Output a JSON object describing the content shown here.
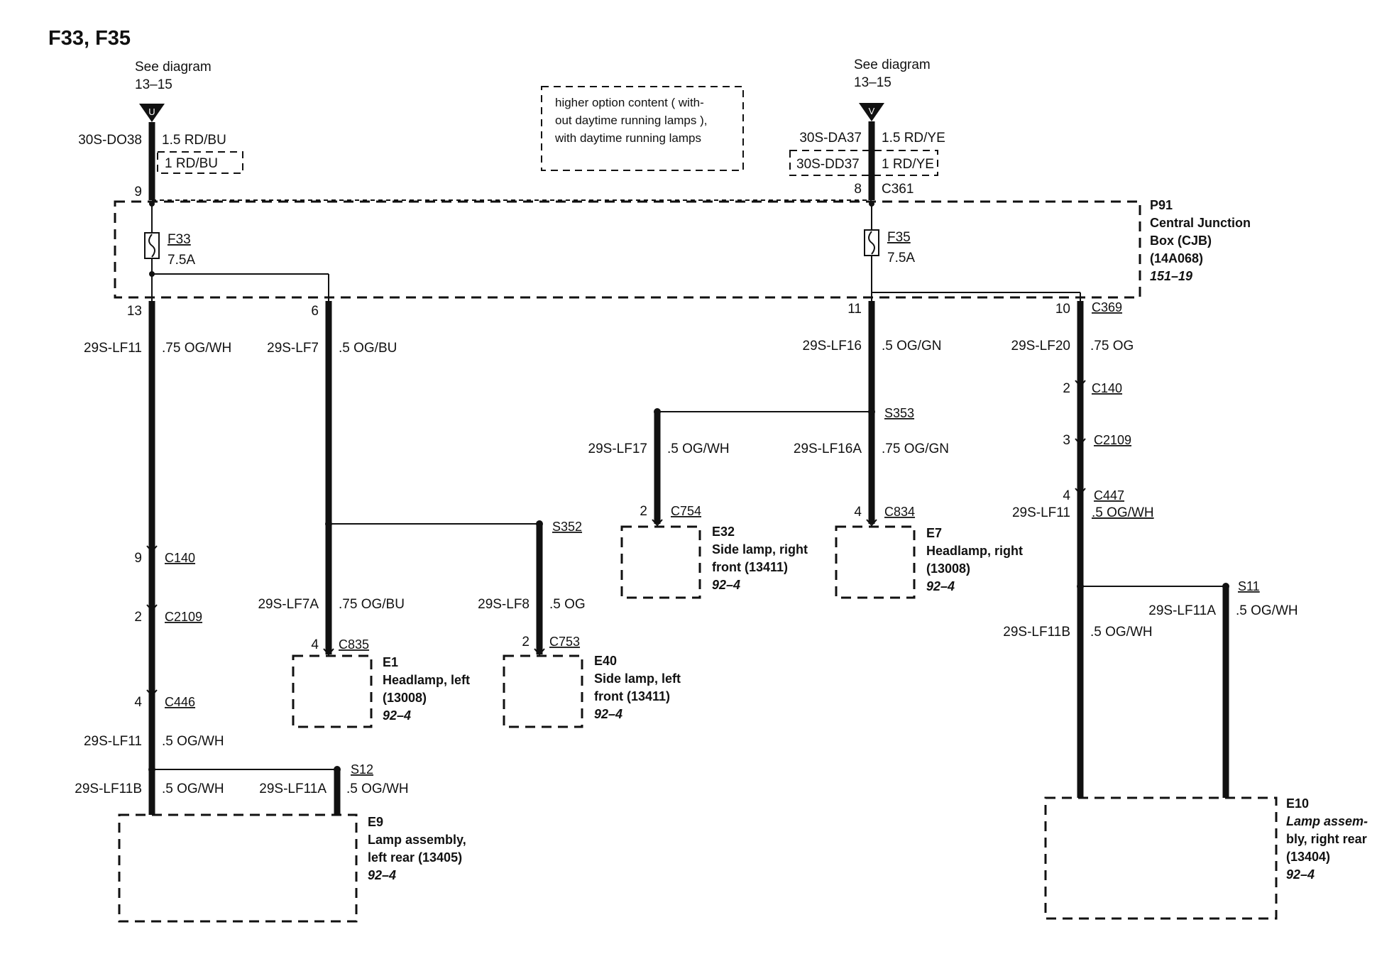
{
  "title": "F33, F35",
  "refs": {
    "left": {
      "line1": "See diagram",
      "line2": "13–15",
      "letter": "U"
    },
    "right": {
      "line1": "See diagram",
      "line2": "13–15",
      "letter": "V"
    }
  },
  "note": [
    "higher option content ( with-",
    "out daytime running lamps ),",
    "with daytime running lamps"
  ],
  "cjb": {
    "id": "P91",
    "name1": "Central Junction",
    "name2": "Box (CJB)",
    "part": "(14A068)",
    "ref": "151–19"
  },
  "fuses": {
    "f33": {
      "name": "F33",
      "rating": "7.5A"
    },
    "f35": {
      "name": "F35",
      "rating": "7.5A"
    }
  },
  "wires": {
    "top_left": {
      "circuit": "30S-DO38",
      "spec": "1.5 RD/BU",
      "alt_spec": "1 RD/BU",
      "pin": "9"
    },
    "top_right": {
      "circuit": "30S-DA37",
      "spec": "1.5 RD/YE",
      "alt_circuit": "30S-DD37",
      "alt_spec": "1 RD/YE",
      "pin": "8",
      "connector": "C361"
    },
    "lf11": {
      "pin": "13",
      "circuit": "29S-LF11",
      "spec": ".75 OG/WH"
    },
    "lf7": {
      "pin": "6",
      "circuit": "29S-LF7",
      "spec": ".5 OG/BU"
    },
    "lf16": {
      "pin": "11",
      "circuit": "29S-LF16",
      "spec": ".5 OG/GN"
    },
    "lf20": {
      "pin": "10",
      "connector": "C369",
      "circuit": "29S-LF20",
      "spec": ".75 OG"
    },
    "lf17": {
      "circuit": "29S-LF17",
      "spec": ".5 OG/WH",
      "pin": "2",
      "connector": "C754"
    },
    "lf16a": {
      "circuit": "29S-LF16A",
      "spec": ".75 OG/GN",
      "pin": "4",
      "connector": "C834"
    },
    "lf7a": {
      "circuit": "29S-LF7A",
      "spec": ".75 OG/BU",
      "pin": "4",
      "connector": "C835"
    },
    "lf8": {
      "circuit": "29S-LF8",
      "spec": ".5 OG",
      "pin": "2",
      "connector": "C753"
    },
    "left_c140": {
      "pin": "9",
      "connector": "C140"
    },
    "left_c2109": {
      "pin": "2",
      "connector": "C2109"
    },
    "left_c446": {
      "pin": "4",
      "connector": "C446"
    },
    "left_lf11_lower": {
      "circuit": "29S-LF11",
      "spec": ".5 OG/WH"
    },
    "left_lf11b": {
      "circuit": "29S-LF11B",
      "spec": ".5 OG/WH"
    },
    "left_lf11a": {
      "circuit": "29S-LF11A",
      "spec": ".5 OG/WH"
    },
    "right_c140": {
      "pin": "2",
      "connector": "C140"
    },
    "right_c2109": {
      "pin": "3",
      "connector": "C2109"
    },
    "right_c447": {
      "pin": "4",
      "connector": "C447"
    },
    "right_lf11": {
      "circuit": "29S-LF11",
      "spec": ".5 OG/WH"
    },
    "right_lf11b": {
      "circuit": "29S-LF11B",
      "spec": ".5 OG/WH"
    },
    "right_lf11a": {
      "circuit": "29S-LF11A",
      "spec": ".5 OG/WH"
    }
  },
  "splices": {
    "s352": "S352",
    "s353": "S353",
    "s11": "S11",
    "s12": "S12"
  },
  "components": {
    "e1": {
      "id": "E1",
      "line1": "Headlamp, left",
      "line2": "(13008)",
      "ref": "92–4"
    },
    "e40": {
      "id": "E40",
      "line1": "Side lamp, left",
      "line2": "front (13411)",
      "ref": "92–4"
    },
    "e32": {
      "id": "E32",
      "line1": "Side lamp, right",
      "line2": "front (13411)",
      "ref": "92–4"
    },
    "e7": {
      "id": "E7",
      "line1": "Headlamp, right",
      "line2": "(13008)",
      "ref": "92–4"
    },
    "e9": {
      "id": "E9",
      "line1": "Lamp assembly,",
      "line2": "left rear (13405)",
      "ref": "92–4"
    },
    "e10": {
      "id": "E10",
      "line1": "Lamp assem-",
      "line2": "bly, right rear",
      "line3": "(13404)",
      "ref": "92–4"
    }
  }
}
